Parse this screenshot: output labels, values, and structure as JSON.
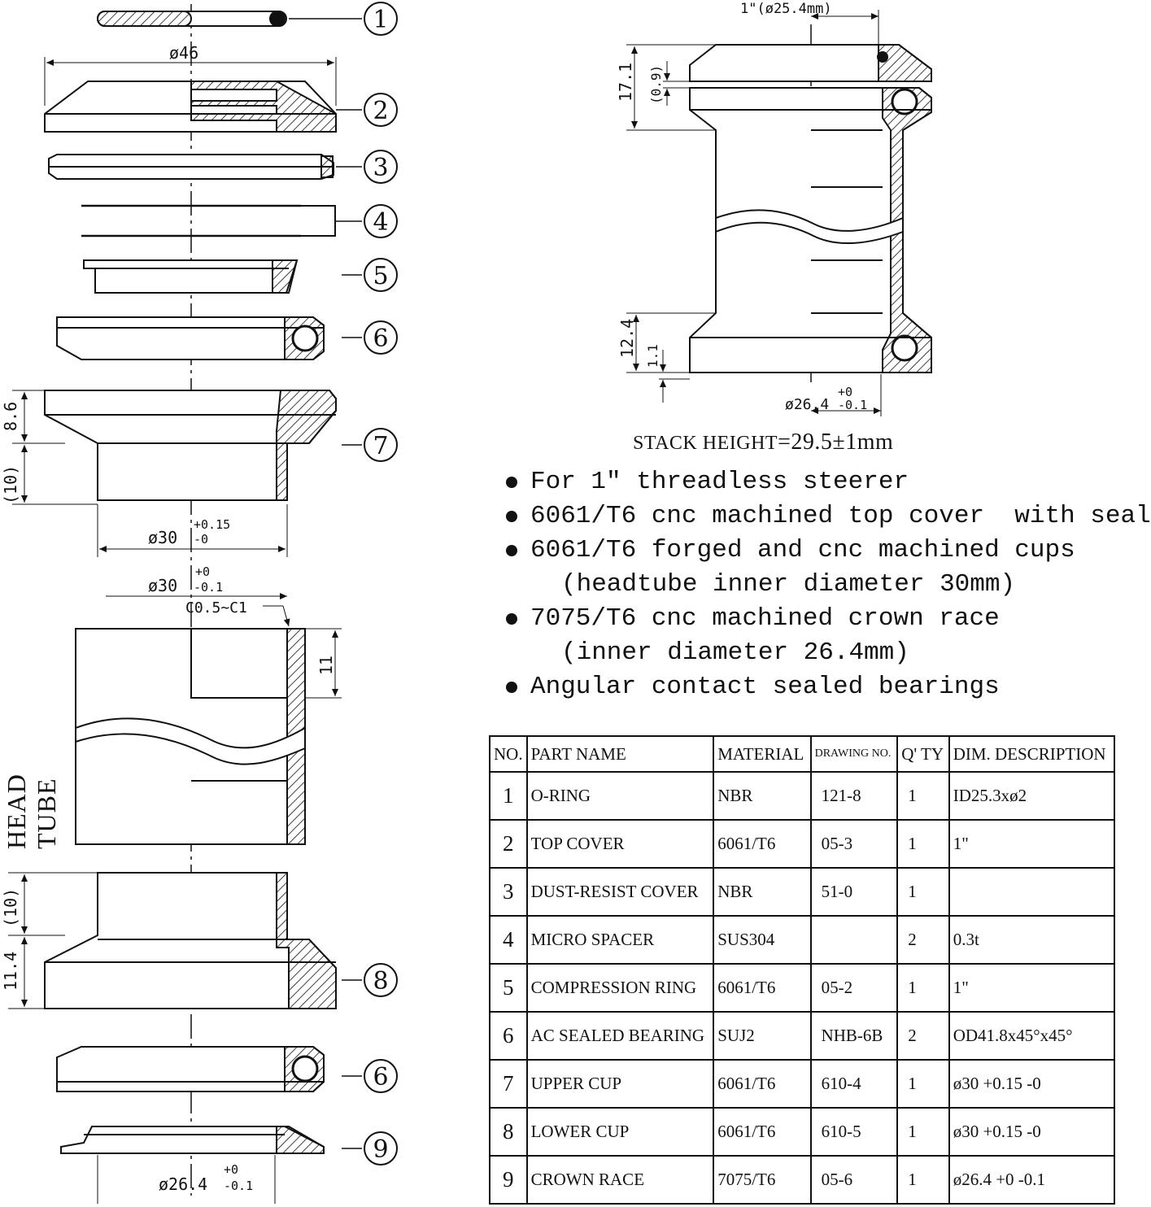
{
  "callouts": [
    "1",
    "2",
    "3",
    "4",
    "5",
    "6",
    "7",
    "8",
    "6",
    "9"
  ],
  "dims": {
    "d46": "ø46",
    "h8_6": "8.6",
    "h10a": "(10)",
    "d30": "ø30",
    "d30_tol_top": "+0.15",
    "d30_tol_bot": "-0",
    "d30b": "ø30",
    "d30b_tol_top": "+0",
    "d30b_tol_bot": "-0.1",
    "chamfer": "C0.5~C1",
    "h11": "11",
    "h10b": "(10)",
    "h11_4": "11.4",
    "d26_4": "ø26.4",
    "d26_4_tol_top": "+0",
    "d26_4_tol_bot": "-0.1",
    "steerer": "1\"(ø25.4mm)",
    "h17_1": "17.1",
    "h0_9": "(0.9)",
    "h12_4": "12.4",
    "h1_1": "1.1",
    "d26_4r": "ø26.4",
    "d26_4r_tol_top": "+0",
    "d26_4r_tol_bot": "-0.1"
  },
  "head_tube_label": "HEAD TUBE",
  "stack": {
    "label": "STACK HEIGHT",
    "value": "=29.5±1mm"
  },
  "specs": [
    {
      "text": "For 1\" threadless steerer",
      "sub": ""
    },
    {
      "text": "6061/T6 cnc machined top cover  with seal",
      "sub": ""
    },
    {
      "text": "6061/T6 forged and cnc machined cups",
      "sub": "(headtube inner diameter 30mm)"
    },
    {
      "text": "7075/T6 cnc machined crown race",
      "sub": "(inner diameter 26.4mm)"
    },
    {
      "text": "Angular contact sealed bearings",
      "sub": ""
    }
  ],
  "table": {
    "headers": [
      "NO.",
      "PART NAME",
      "MATERIAL",
      "DRAWING NO.",
      "Q' TY",
      "DIM. DESCRIPTION"
    ],
    "rows": [
      [
        "1",
        "O-RING",
        "NBR",
        "121-8",
        "1",
        "ID25.3xø2"
      ],
      [
        "2",
        "TOP COVER",
        "6061/T6",
        "05-3",
        "1",
        "1\""
      ],
      [
        "3",
        "DUST-RESIST COVER",
        "NBR",
        "51-0",
        "1",
        ""
      ],
      [
        "4",
        "MICRO SPACER",
        "SUS304",
        "",
        "2",
        "0.3t"
      ],
      [
        "5",
        "COMPRESSION RING",
        "6061/T6",
        "05-2",
        "1",
        "1\""
      ],
      [
        "6",
        "AC SEALED BEARING",
        "SUJ2",
        "NHB-6B",
        "2",
        "OD41.8x45°x45°"
      ],
      [
        "7",
        "UPPER CUP",
        "6061/T6",
        "610-4",
        "1",
        "ø30 +0.15 -0"
      ],
      [
        "8",
        "LOWER CUP",
        "6061/T6",
        "610-5",
        "1",
        "ø30 +0.15 -0"
      ],
      [
        "9",
        "CROWN RACE",
        "7075/T6",
        "05-6",
        "1",
        "ø26.4 +0 -0.1"
      ]
    ]
  }
}
